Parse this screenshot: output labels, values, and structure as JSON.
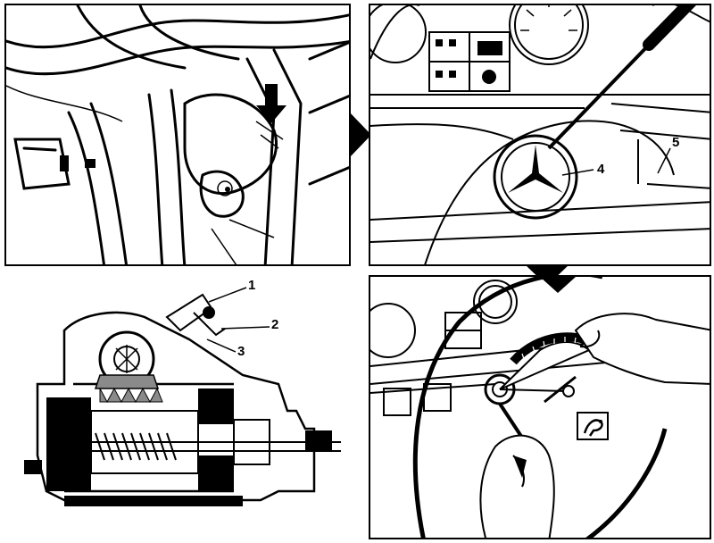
{
  "callouts": {
    "c1": "1",
    "c2": "2",
    "c3": "3",
    "c4": "4",
    "c5": "5"
  },
  "icons": {
    "step_arrow_right": "arrow-right-icon",
    "step_arrow_down": "arrow-down-icon",
    "pointer_arrow": "arrow-down-icon",
    "wheel_symbol": "steering-wheel-symbol"
  },
  "colors": {
    "ink": "#000000",
    "paper": "#ffffff",
    "shade": "#8a8a8a"
  }
}
